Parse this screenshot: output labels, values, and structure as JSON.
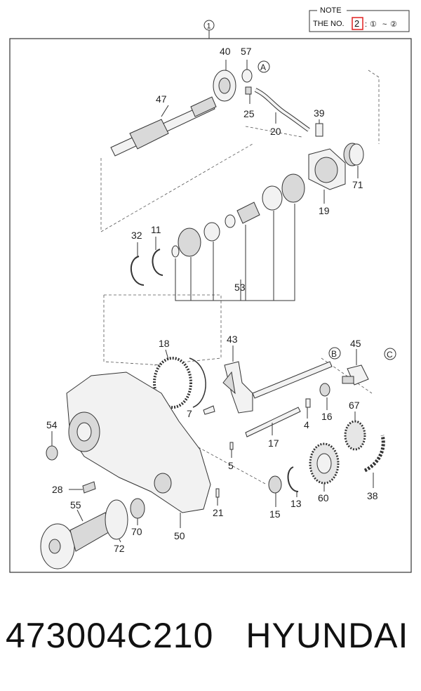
{
  "note": {
    "title": "NOTE",
    "prefix": "THE NO.",
    "highlighted": "2",
    "range_from": "①",
    "tilde": "~",
    "range_to": "②"
  },
  "assembly_number": "1",
  "callouts": {
    "a": "A",
    "b": "B",
    "c": "C"
  },
  "parts": {
    "p40": "40",
    "p57": "57",
    "p47": "47",
    "p25": "25",
    "p20": "20",
    "p39": "39",
    "p71": "71",
    "p19": "19",
    "p32": "32",
    "p11": "11",
    "p53": "53",
    "p18": "18",
    "p43": "43",
    "p45": "45",
    "p7": "7",
    "p54": "54",
    "p16": "16",
    "p67": "67",
    "p4": "4",
    "p17": "17",
    "p5": "5",
    "p28": "28",
    "p60": "60",
    "p38": "38",
    "p13": "13",
    "p55": "55",
    "p21": "21",
    "p15": "15",
    "p70": "70",
    "p72": "72",
    "p50": "50"
  },
  "caption": {
    "part_number": "473004C210",
    "brand": "HYUNDAI"
  }
}
